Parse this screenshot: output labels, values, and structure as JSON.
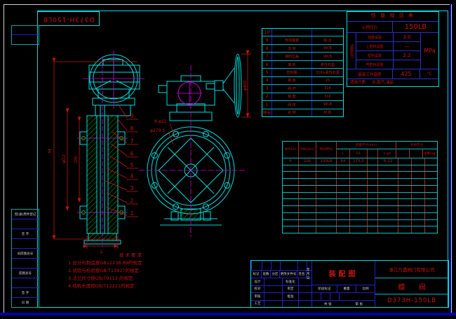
{
  "corner_box": {
    "label": "D373H-150LB"
  },
  "spec_table": {
    "title": "性 能 规 范 表",
    "nominal_pressure": {
      "label": "公称压力",
      "value": "150LB"
    },
    "test_pressure_label": "试验压力",
    "test_rows": [
      {
        "label": "强度试验",
        "value": "3.0"
      },
      {
        "label": "上密封试验",
        "value": "—"
      },
      {
        "label": "密封试验",
        "value": "2.2"
      },
      {
        "label": "气密封试验",
        "value": ""
      }
    ],
    "unit": "MPa",
    "max_temp": {
      "label": "最高工作温度",
      "value": "425",
      "unit": "°C"
    },
    "media": {
      "label": "适用介质",
      "value": "水,蒸汽,油品"
    }
  },
  "parts_table": {
    "rows": [
      {
        "no": "10",
        "name": "",
        "material": ""
      },
      {
        "no": "9",
        "name": "传动装置",
        "material": "组 合"
      },
      {
        "no": "8",
        "name": "支 架",
        "material": "WCB"
      },
      {
        "no": "7",
        "name": "填料压盖",
        "material": "WCB"
      },
      {
        "no": "6",
        "name": "填 料",
        "material": "柔性石墨"
      },
      {
        "no": "5",
        "name": "密封圈",
        "material": "316+柔性石墨"
      },
      {
        "no": "4",
        "name": "蝶 板",
        "material": "25"
      },
      {
        "no": "3",
        "name": "阀 杆",
        "material": "316"
      },
      {
        "no": "2",
        "name": "轴 套",
        "material": "316"
      },
      {
        "no": "1",
        "name": "阀 体",
        "material": "WCB"
      }
    ],
    "footer": {
      "no": "序号",
      "name": "名 称",
      "material": "材 料"
    }
  },
  "dim_table": {
    "col_headers": {
      "nps": "NPS(in)",
      "dn": "DN(mm)",
      "pn": "PN(MPa)",
      "conn_group": "连接尺寸(mm)",
      "dim_group": "外形尺寸",
      "l": "L",
      "d1": "D1",
      "dot_a": "·",
      "nd": "n-φd",
      "dot_b": "·",
      "dot_c": "·",
      "weight": "净重(kg)"
    },
    "rows": [
      [
        "8",
        "200",
        "150LB",
        "64",
        "279.5",
        "·",
        "8-22",
        "·",
        "·",
        "·"
      ],
      [
        "·",
        "·",
        "·",
        "·",
        "·",
        "·",
        "·",
        "·",
        "·",
        "·"
      ],
      [
        "·",
        "·",
        "·",
        "·",
        "·",
        "·",
        "·",
        "·",
        "·",
        "·"
      ],
      [
        "·",
        "·",
        "·",
        "·",
        "·",
        "·",
        "·",
        "·",
        "·",
        "·"
      ],
      [
        "·",
        "·",
        "·",
        "·",
        "·",
        "·",
        "·",
        "·",
        "·",
        "·"
      ],
      [
        "·",
        "·",
        "·",
        "·",
        "·",
        "·",
        "·",
        "·",
        "·",
        "·"
      ],
      [
        "·",
        "·",
        "·",
        "·",
        "·",
        "·",
        "·",
        "·",
        "·",
        "·"
      ],
      [
        "·",
        "·",
        "·",
        "·",
        "·",
        "·",
        "·",
        "·",
        "·",
        "·"
      ],
      [
        "·",
        "·",
        "·",
        "·",
        "·",
        "·",
        "·",
        "·",
        "·",
        "·"
      ],
      [
        "·",
        "·",
        "·",
        "·",
        "·",
        "·",
        "·",
        "·",
        "·",
        "·"
      ],
      [
        "·",
        "·",
        "·",
        "·",
        "·",
        "·",
        "·",
        "·",
        "·",
        "·"
      ]
    ]
  },
  "notes": {
    "title": "技术要求",
    "lines": [
      "1.设计与制造按GB12238-89的规定.",
      "2.试验与检验按GB/T13927的规定.",
      "3.法兰尺寸按GB/T9113 的规定.",
      "4.结构长度按GB/T12221的规定."
    ]
  },
  "title_block": {
    "rev_header": [
      "标记",
      "处数",
      "分区",
      "更改文件号",
      "签名",
      "年月日"
    ],
    "sign_rows": [
      [
        "设计",
        "标准化"
      ],
      [
        "校对",
        "审定"
      ],
      [
        "审核",
        "批准"
      ],
      [
        "工艺",
        ""
      ]
    ],
    "stage_label": "阶段标记",
    "weight_label": "重量",
    "scale_label": "比例",
    "sheets_total": "共 张",
    "sheet_no": "第 张",
    "drawing_name": "装配图",
    "company": "浙江万盛阀门有限公司",
    "product_name": "蝶 阀",
    "drawing_number": "D373H-150LB"
  },
  "left_margin": {
    "labels": [
      "借(通)用件登记",
      "",
      "签 字",
      "",
      "旧底图总号",
      "",
      "底图总号",
      "",
      "签 字",
      "日 期"
    ]
  },
  "drawing": {
    "balloons": [
      "9",
      "8",
      "7",
      "6",
      "5",
      "4",
      "3",
      "2",
      "1"
    ],
    "dims": {
      "height": "H",
      "inner_a": "φD2",
      "inner_b": "DN",
      "length": "L",
      "handwheel": "φ400",
      "bolt_holes": "8-φ22",
      "bolt_circle": "φ279.5"
    }
  },
  "colors": {
    "line_cyan": "#00dcdc",
    "line_blue": "#2020c8",
    "text_red": "#c81414",
    "hatch_green": "#00b400",
    "magenta": "#d400d4",
    "white_text": "#d8d8d8",
    "navy_bar": "#0000a8"
  }
}
